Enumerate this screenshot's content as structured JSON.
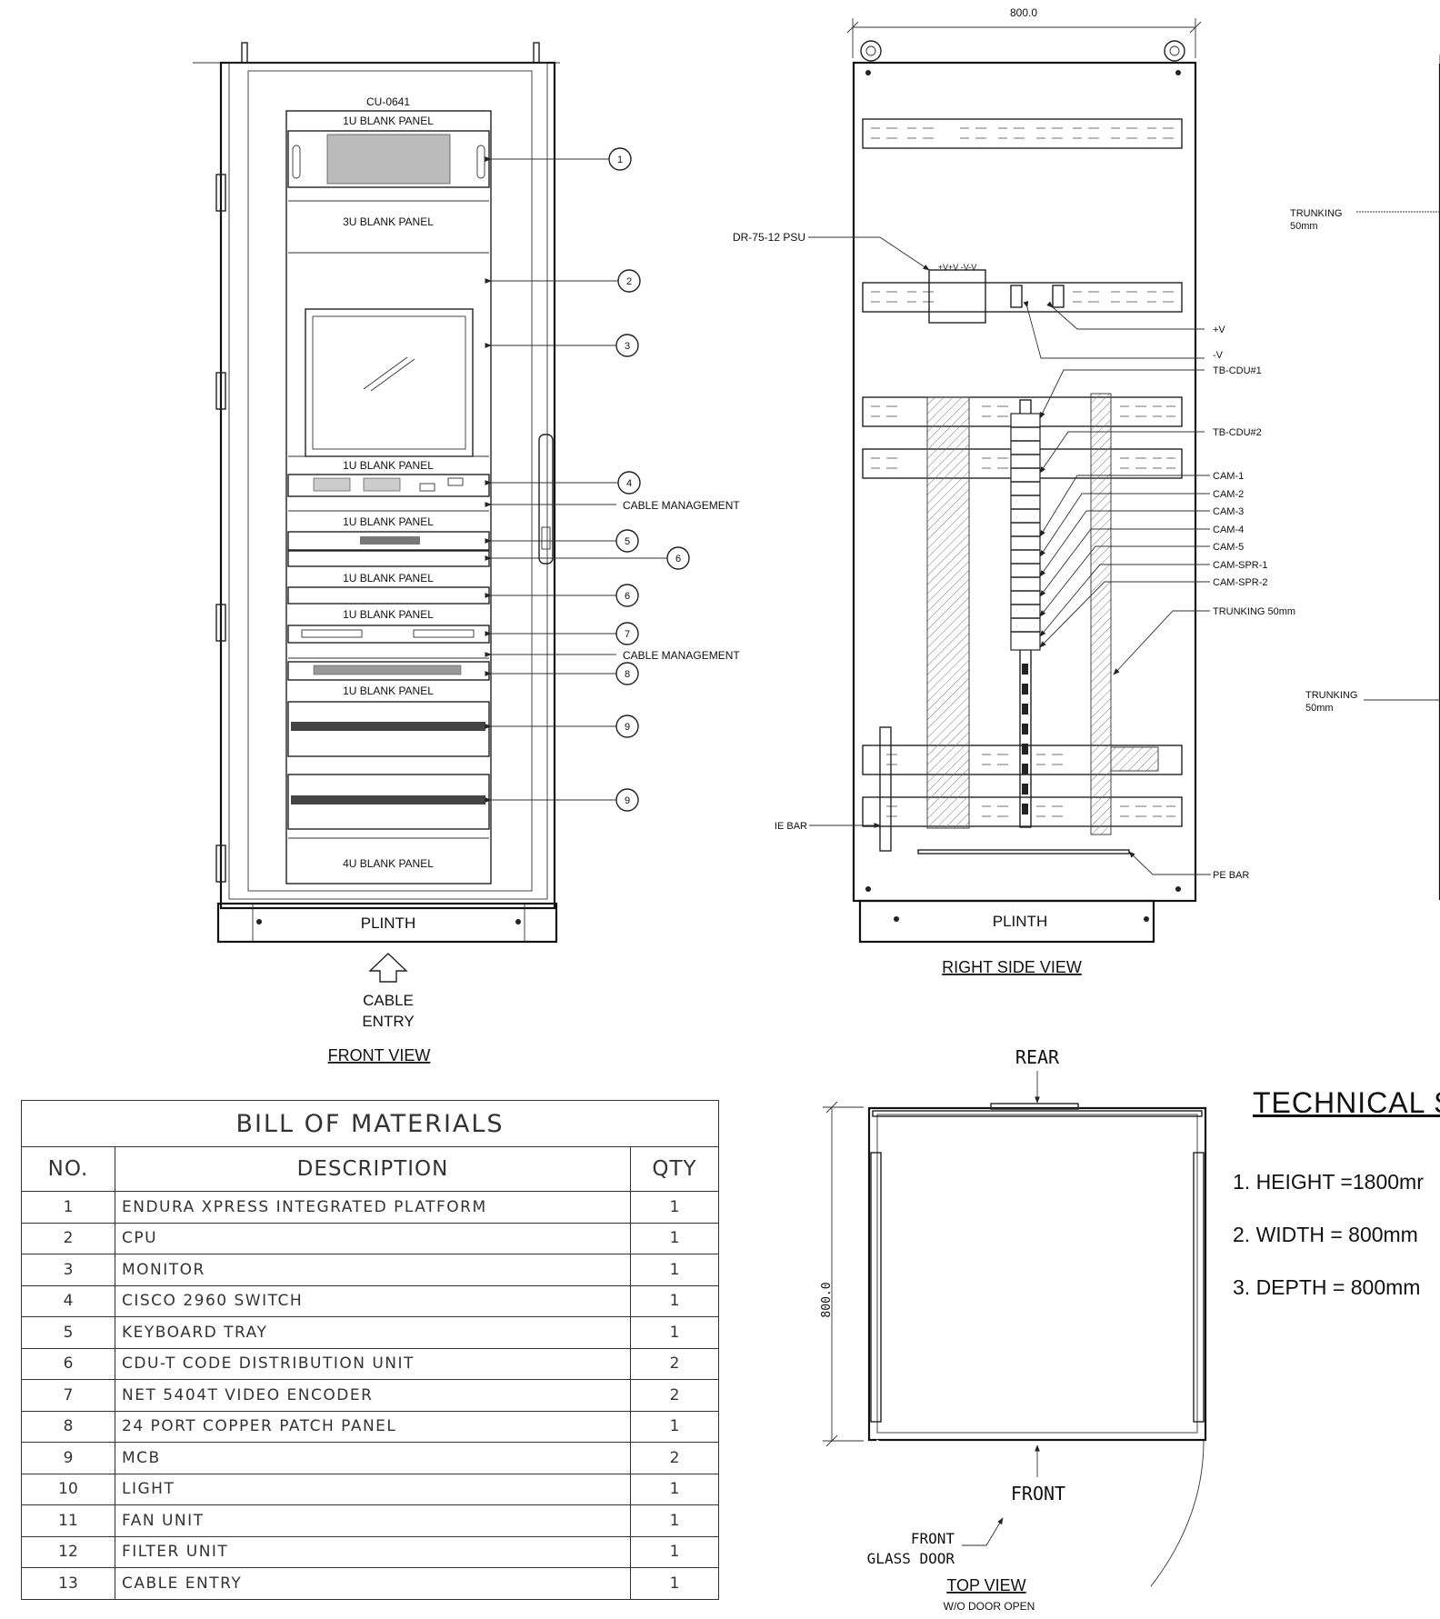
{
  "front_view": {
    "title": "FRONT VIEW",
    "model": "CU-0641",
    "plinth": "PLINTH",
    "cable_entry": [
      "CABLE",
      "ENTRY"
    ],
    "panels": {
      "blank_1u": "1U BLANK PANEL",
      "blank_3u": "3U BLANK PANEL",
      "blank_4u": "4U BLANK PANEL"
    },
    "callouts": [
      "1",
      "2",
      "3",
      "4",
      "5",
      "6",
      "6",
      "7",
      "8",
      "9",
      "9"
    ],
    "cable_management": "CABLE MANAGEMENT"
  },
  "side_view": {
    "title": "RIGHT SIDE VIEW",
    "width_dim": "800.0",
    "plinth": "PLINTH",
    "psu": "DR-75-12 PSU",
    "psu_terminals": "+V+V -V-V",
    "plus_v": "+V",
    "minus_v": "-V",
    "tb1": "TB-CDU#1",
    "tb2": "TB-CDU#2",
    "cams": [
      "CAM-1",
      "CAM-2",
      "CAM-3",
      "CAM-4",
      "CAM-5",
      "CAM-SPR-1",
      "CAM-SPR-2"
    ],
    "trunking": "TRUNKING 50mm",
    "ie_bar": "IE BAR",
    "pe_bar": "PE BAR"
  },
  "rear_panel": {
    "trunking_label": "TRUNKING",
    "trunking_size": "50mm"
  },
  "top_view": {
    "title": "TOP VIEW",
    "subtitle": "W/O DOOR OPEN",
    "rear": "REAR",
    "front": "FRONT",
    "door": [
      "FRONT",
      "GLASS DOOR"
    ],
    "depth_dim": "800.0"
  },
  "bom": {
    "title": "BILL OF MATERIALS",
    "headers": [
      "NO.",
      "DESCRIPTION",
      "QTY"
    ],
    "rows": [
      {
        "no": "1",
        "desc": "ENDURA XPRESS INTEGRATED PLATFORM",
        "qty": "1"
      },
      {
        "no": "2",
        "desc": "CPU",
        "qty": "1"
      },
      {
        "no": "3",
        "desc": "MONITOR",
        "qty": "1"
      },
      {
        "no": "4",
        "desc": "CISCO 2960 SWITCH",
        "qty": "1"
      },
      {
        "no": "5",
        "desc": "KEYBOARD TRAY",
        "qty": "1"
      },
      {
        "no": "6",
        "desc": "CDU-T CODE DISTRIBUTION UNIT",
        "qty": "2"
      },
      {
        "no": "7",
        "desc": "NET 5404T VIDEO ENCODER",
        "qty": "2"
      },
      {
        "no": "8",
        "desc": "24 PORT COPPER PATCH PANEL",
        "qty": "1"
      },
      {
        "no": "9",
        "desc": "MCB",
        "qty": "2"
      },
      {
        "no": "10",
        "desc": "LIGHT",
        "qty": "1"
      },
      {
        "no": "11",
        "desc": "FAN UNIT",
        "qty": "1"
      },
      {
        "no": "12",
        "desc": "FILTER UNIT",
        "qty": "1"
      },
      {
        "no": "13",
        "desc": "CABLE ENTRY",
        "qty": "1"
      }
    ]
  },
  "tech_spec": {
    "title": "TECHNICAL S",
    "items": [
      "1. HEIGHT =1800mr",
      "2. WIDTH = 800mm",
      "3. DEPTH = 800mm"
    ]
  }
}
